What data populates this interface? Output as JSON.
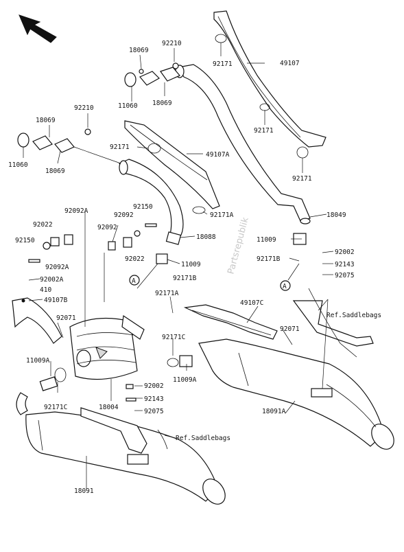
{
  "watermark": "Partsrepublik",
  "labels": {
    "l01": "49107",
    "l02": "92171",
    "l03": "92210",
    "l04": "18069",
    "l05": "11060",
    "l06": "18069",
    "l07": "92171",
    "l08": "92171",
    "l09": "92210",
    "l10": "18069",
    "l11": "11060",
    "l12": "18069",
    "l13": "92171",
    "l14": "49107A",
    "l15": "92171A",
    "l16": "18049",
    "l17": "92092A",
    "l18": "92150",
    "l19": "92092",
    "l20": "92022",
    "l21": "92092",
    "l22": "18088",
    "l23": "92150",
    "l24": "92092A",
    "l25": "92022",
    "l26": "11009",
    "l27": "92002",
    "l28": "92171B",
    "l29": "92143",
    "l30": "11009",
    "l31": "92075",
    "l32": "92002A",
    "l33": "92171B",
    "l34": "410",
    "l35": "49107B",
    "l36": "92171A",
    "l37": "49107C",
    "l38": "Ref.Saddlebags",
    "l39": "92071",
    "l40": "92071",
    "l41": "92171C",
    "l42": "11009A",
    "l43": "11009A",
    "l44": "92002",
    "l45": "92143",
    "l46": "92171C",
    "l47": "18004",
    "l48": "92075",
    "l49": "18091A",
    "l50": "Ref.Saddlebags",
    "l51": "18091"
  },
  "callouts": {
    "a1": "A",
    "a2": "A"
  }
}
